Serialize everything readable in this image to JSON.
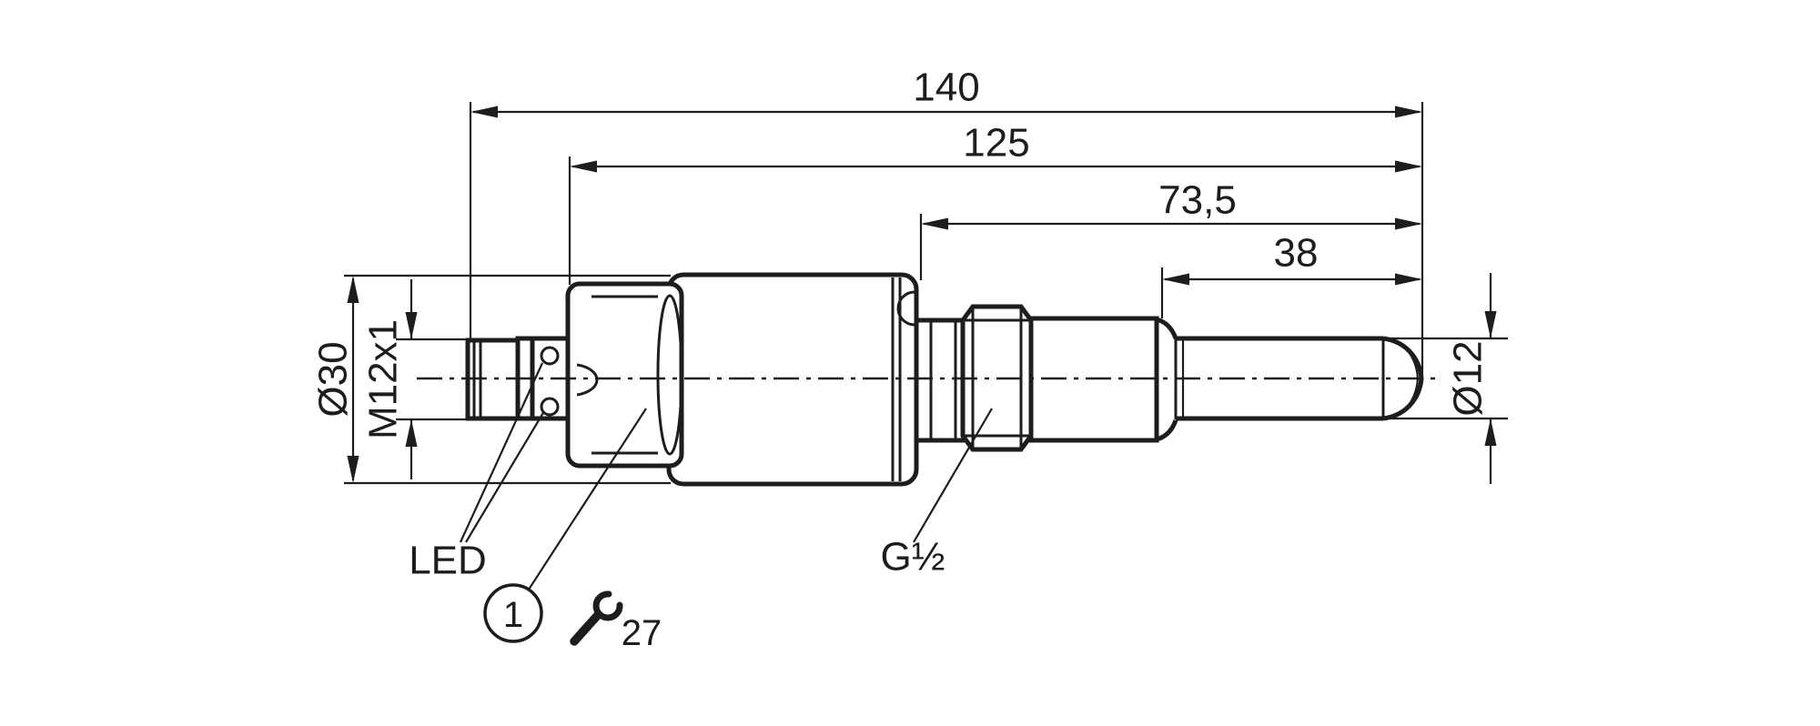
{
  "drawing": {
    "background": "#ffffff",
    "line_color": "#1d1d1b",
    "dimensions": {
      "overall_length": "140",
      "body_length": "125",
      "probe_section_length": "73,5",
      "tip_length": "38",
      "housing_diameter": "Ø30",
      "connector_thread": "M12x1",
      "probe_diameter": "Ø12"
    },
    "labels": {
      "led": "LED",
      "process_connection": "G½",
      "callout_number": "1",
      "wrench_size": "27"
    }
  }
}
